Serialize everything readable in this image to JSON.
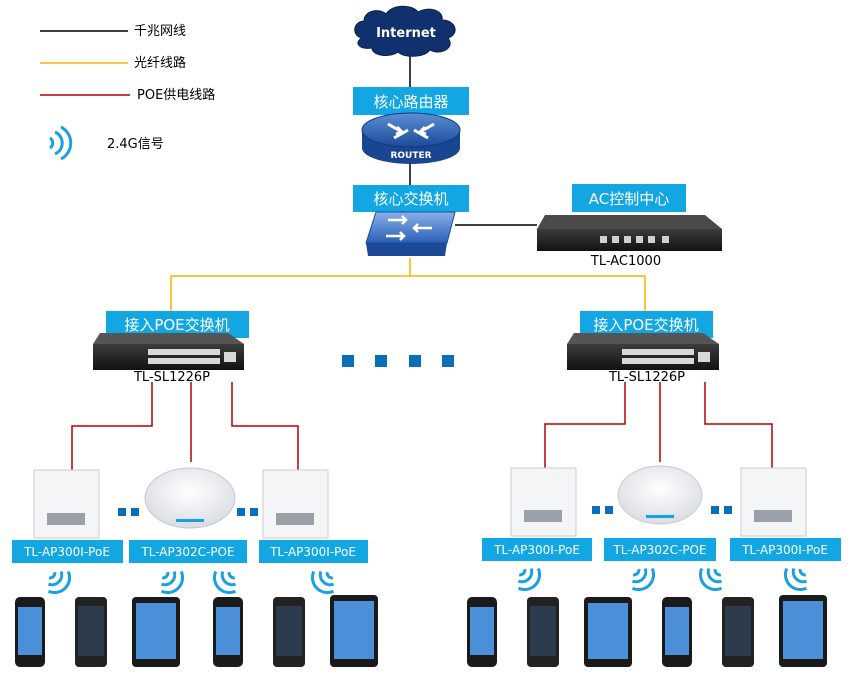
{
  "legend": {
    "items": [
      {
        "label": "千兆网线",
        "color": "#000000"
      },
      {
        "label": "光纤线路",
        "color": "#f5b400"
      },
      {
        "label": "POE供电线路",
        "color": "#b80000"
      }
    ],
    "wifi_label": "2.4G信号"
  },
  "internet": {
    "label": "Internet"
  },
  "core_router": {
    "label": "核心路由器",
    "device_text": "ROUTER"
  },
  "core_switch": {
    "label": "核心交换机"
  },
  "ac_controller": {
    "label": "AC控制中心",
    "model": "TL-AC1000"
  },
  "poe_switches": [
    {
      "label": "接入POE交换机",
      "model": "TL-SL1226P"
    },
    {
      "label": "接入POE交换机",
      "model": "TL-SL1226P"
    }
  ],
  "access_points": [
    {
      "model": "TL-AP300I-PoE",
      "type": "panel"
    },
    {
      "model": "TL-AP302C-POE",
      "type": "ceiling"
    },
    {
      "model": "TL-AP300I-PoE",
      "type": "panel"
    },
    {
      "model": "TL-AP300I-PoE",
      "type": "panel"
    },
    {
      "model": "TL-AP302C-POE",
      "type": "ceiling"
    },
    {
      "model": "TL-AP300I-PoE",
      "type": "panel"
    }
  ],
  "colors": {
    "label_bg": "#12a7e3",
    "label_text": "#ffffff",
    "ellipsis": "#0a6fb8",
    "wifi": "#1aa0e0",
    "router": "#1a4f9c",
    "switch_body": "#2a2a2a"
  }
}
